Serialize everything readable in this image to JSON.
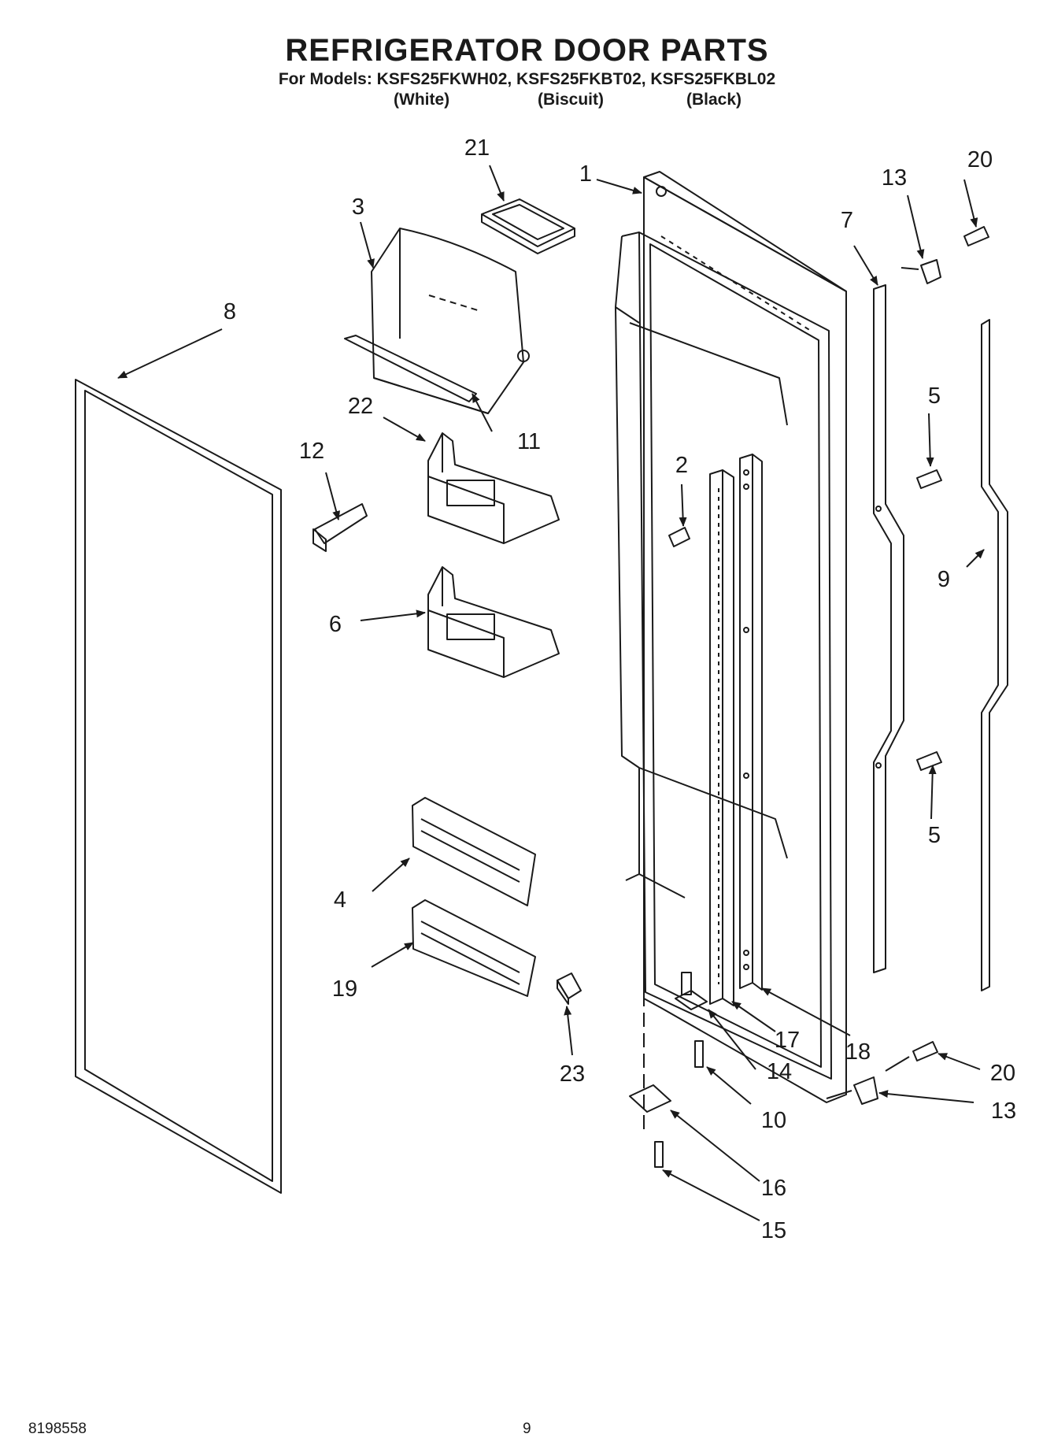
{
  "header": {
    "title": "REFRIGERATOR DOOR PARTS",
    "models_line": "For Models: KSFS25FKWH02, KSFS25FKBT02, KSFS25FKBL02",
    "colors": [
      "(White)",
      "(Biscuit)",
      "(Black)"
    ]
  },
  "callouts": [
    "1",
    "2",
    "3",
    "4",
    "5",
    "5",
    "6",
    "7",
    "8",
    "9",
    "10",
    "11",
    "12",
    "13",
    "13",
    "14",
    "15",
    "16",
    "17",
    "18",
    "19",
    "20",
    "20",
    "21",
    "22",
    "23"
  ],
  "footer": {
    "doc_number": "8198558",
    "page_number": "9"
  }
}
